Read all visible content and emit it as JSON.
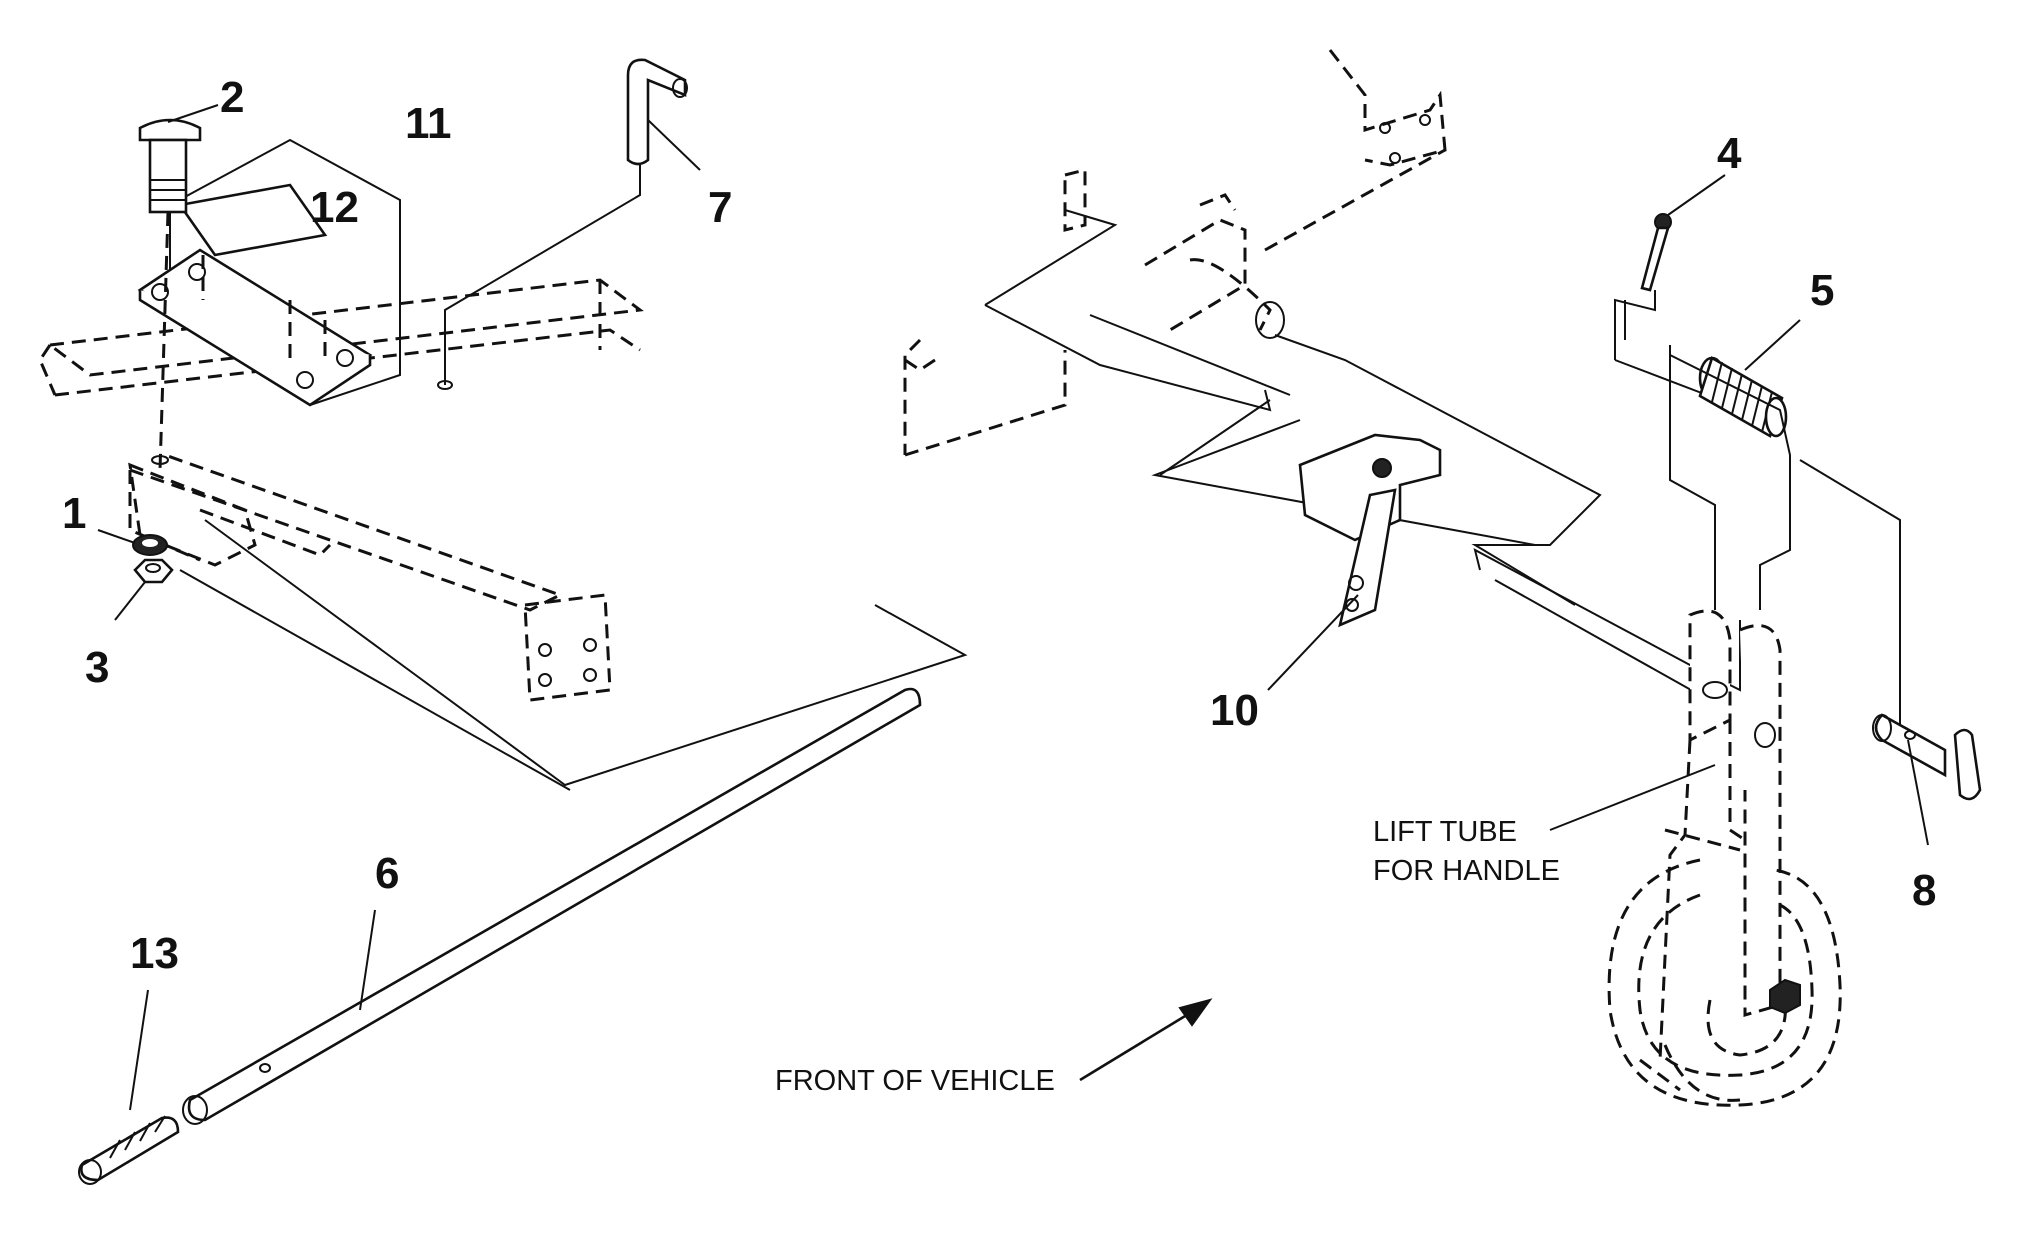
{
  "callouts": {
    "c1": "1",
    "c2": "2",
    "c3": "3",
    "c4": "4",
    "c5": "5",
    "c6": "6",
    "c7": "7",
    "c8": "8",
    "c10": "10",
    "c11": "11",
    "c12": "12",
    "c13": "13"
  },
  "labels": {
    "lift_tube_line1": "LIFT TUBE",
    "lift_tube_line2": "FOR HANDLE",
    "front_of_vehicle": "FRONT OF VEHICLE"
  }
}
